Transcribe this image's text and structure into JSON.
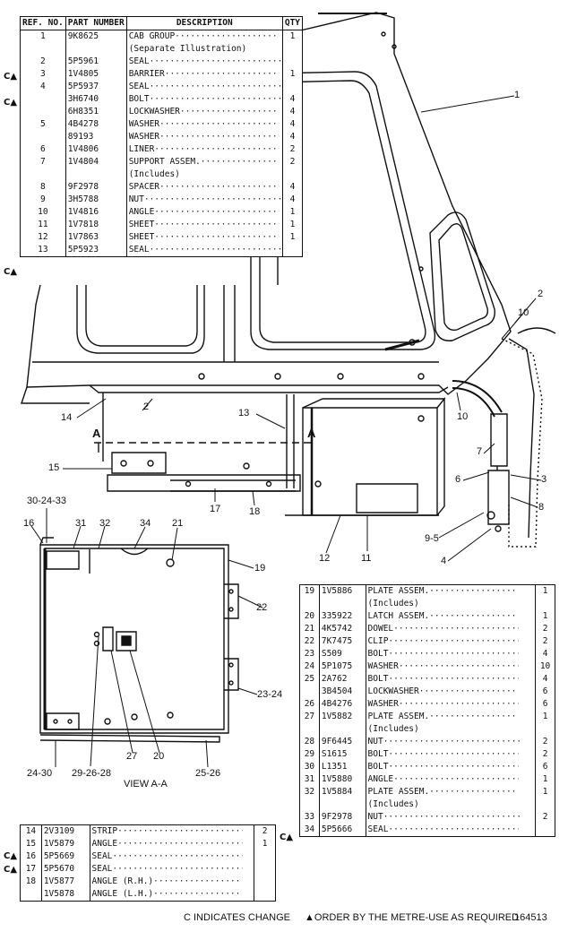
{
  "header": {
    "ref_no": "REF. NO.",
    "part_number": "PART NUMBER",
    "description": "DESCRIPTION",
    "qty": "QTY"
  },
  "table_top": [
    {
      "mark": "",
      "ref": "1",
      "pn": "9K8625",
      "desc": "CAB GROUP",
      "qty": "1"
    },
    {
      "mark": "",
      "ref": "",
      "pn": "",
      "desc": "(Separate Illustration)",
      "qty": ""
    },
    {
      "mark": "C▲",
      "ref": "2",
      "pn": "5P5961",
      "desc": "SEAL",
      "qty": ""
    },
    {
      "mark": "",
      "ref": "3",
      "pn": "1V4805",
      "desc": "BARRIER",
      "qty": "1"
    },
    {
      "mark": "C▲",
      "ref": "4",
      "pn": "5P5937",
      "desc": "SEAL",
      "qty": ""
    },
    {
      "mark": "",
      "ref": "",
      "pn": "3H6740",
      "desc": "BOLT",
      "qty": "4"
    },
    {
      "mark": "",
      "ref": "",
      "pn": "6H8351",
      "desc": "LOCKWASHER",
      "qty": "4"
    },
    {
      "mark": "",
      "ref": "5",
      "pn": "4B4278",
      "desc": "WASHER",
      "qty": "4"
    },
    {
      "mark": "",
      "ref": "",
      "pn": "89193",
      "desc": "WASHER",
      "qty": "4"
    },
    {
      "mark": "",
      "ref": "6",
      "pn": "1V4806",
      "desc": "LINER",
      "qty": "2"
    },
    {
      "mark": "",
      "ref": "7",
      "pn": "1V4804",
      "desc": "SUPPORT ASSEM.",
      "qty": "2"
    },
    {
      "mark": "",
      "ref": "",
      "pn": "",
      "desc": "(Includes)",
      "qty": ""
    },
    {
      "mark": "",
      "ref": "8",
      "pn": "9F2978",
      "desc": "SPACER",
      "qty": "4"
    },
    {
      "mark": "",
      "ref": "9",
      "pn": "3H5788",
      "desc": "NUT",
      "qty": "4"
    },
    {
      "mark": "",
      "ref": "10",
      "pn": "1V4816",
      "desc": "ANGLE",
      "qty": "1"
    },
    {
      "mark": "",
      "ref": "11",
      "pn": "1V7818",
      "desc": "SHEET",
      "qty": "1"
    },
    {
      "mark": "",
      "ref": "12",
      "pn": "1V7863",
      "desc": "SHEET",
      "qty": "1"
    },
    {
      "mark": "C▲",
      "ref": "13",
      "pn": "5P5923",
      "desc": "SEAL",
      "qty": ""
    }
  ],
  "table_right": [
    {
      "mark": "",
      "ref": "19",
      "pn": "1V5886",
      "desc": "PLATE ASSEM.",
      "qty": "1"
    },
    {
      "mark": "",
      "ref": "",
      "pn": "",
      "desc": "(Includes)",
      "qty": ""
    },
    {
      "mark": "",
      "ref": "20",
      "pn": "335922",
      "desc": "LATCH ASSEM.",
      "qty": "1"
    },
    {
      "mark": "",
      "ref": "21",
      "pn": "4K5742",
      "desc": "DOWEL",
      "qty": "2"
    },
    {
      "mark": "",
      "ref": "22",
      "pn": "7K7475",
      "desc": "CLIP",
      "qty": "2"
    },
    {
      "mark": "",
      "ref": "23",
      "pn": "S509",
      "desc": "BOLT",
      "qty": "4"
    },
    {
      "mark": "",
      "ref": "24",
      "pn": "5P1075",
      "desc": "WASHER",
      "qty": "10"
    },
    {
      "mark": "",
      "ref": "25",
      "pn": "2A762",
      "desc": "BOLT",
      "qty": "4"
    },
    {
      "mark": "",
      "ref": "",
      "pn": "3B4504",
      "desc": "LOCKWASHER",
      "qty": "6"
    },
    {
      "mark": "",
      "ref": "26",
      "pn": "4B4276",
      "desc": "WASHER",
      "qty": "6"
    },
    {
      "mark": "",
      "ref": "27",
      "pn": "1V5882",
      "desc": "PLATE ASSEM.",
      "qty": "1"
    },
    {
      "mark": "",
      "ref": "",
      "pn": "",
      "desc": "(Includes)",
      "qty": ""
    },
    {
      "mark": "",
      "ref": "28",
      "pn": "9F6445",
      "desc": "NUT",
      "qty": "2"
    },
    {
      "mark": "",
      "ref": "29",
      "pn": "S1615",
      "desc": "BOLT",
      "qty": "2"
    },
    {
      "mark": "",
      "ref": "30",
      "pn": "L1351",
      "desc": "BOLT",
      "qty": "6"
    },
    {
      "mark": "",
      "ref": "31",
      "pn": "1V5880",
      "desc": "ANGLE",
      "qty": "1"
    },
    {
      "mark": "",
      "ref": "32",
      "pn": "1V5884",
      "desc": "PLATE ASSEM.",
      "qty": "1"
    },
    {
      "mark": "",
      "ref": "",
      "pn": "",
      "desc": "(Includes)",
      "qty": ""
    },
    {
      "mark": "",
      "ref": "33",
      "pn": "9F2978",
      "desc": "NUT",
      "qty": "2"
    },
    {
      "mark": "C▲",
      "ref": "34",
      "pn": "5P5666",
      "desc": "SEAL",
      "qty": ""
    }
  ],
  "table_bottom": [
    {
      "mark": "",
      "ref": "14",
      "pn": "2V3109",
      "desc": "STRIP",
      "qty": "2"
    },
    {
      "mark": "",
      "ref": "15",
      "pn": "1V5879",
      "desc": "ANGLE",
      "qty": "1"
    },
    {
      "mark": "C▲",
      "ref": "16",
      "pn": "5P5669",
      "desc": "SEAL",
      "qty": ""
    },
    {
      "mark": "C▲",
      "ref": "17",
      "pn": "5P5670",
      "desc": "SEAL",
      "qty": ""
    },
    {
      "mark": "",
      "ref": "18",
      "pn": "1V5877",
      "desc": "ANGLE (R.H.)",
      "qty": ""
    },
    {
      "mark": "",
      "ref": "",
      "pn": "1V5878",
      "desc": "ANGLE (L.H.)",
      "qty": ""
    }
  ],
  "callouts": [
    "1",
    "2",
    "2",
    "10",
    "14",
    "13",
    "A",
    "A",
    "10",
    "7",
    "6",
    "3",
    "8",
    "15",
    "17",
    "18",
    "12",
    "11",
    "9-5",
    "4",
    "30-24-33",
    "16",
    "31",
    "32",
    "34",
    "21",
    "19",
    "22",
    "23-24",
    "24-30",
    "29-26-28",
    "27",
    "20",
    "25-26"
  ],
  "view_label": "VIEW A-A",
  "footer": {
    "change_note": "C INDICATES CHANGE",
    "metre_note": "▲ORDER BY THE METRE-USE AS REQUIRED",
    "code": "164513"
  }
}
